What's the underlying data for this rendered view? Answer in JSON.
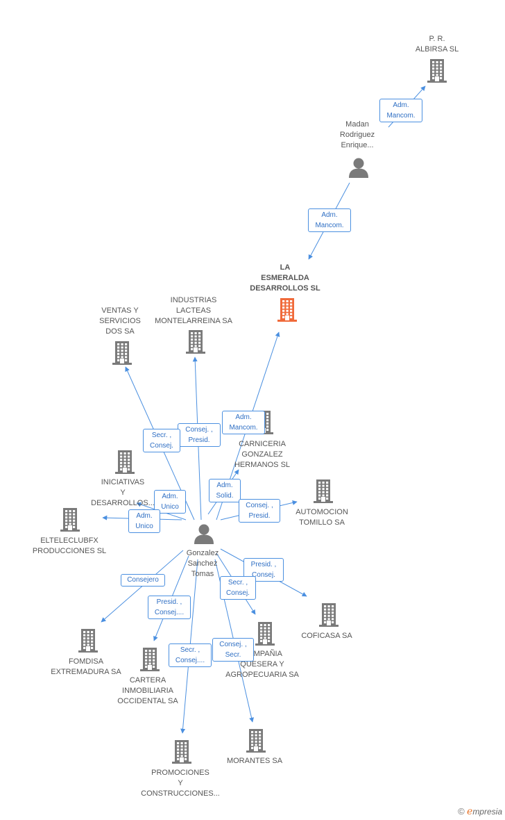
{
  "colors": {
    "accent": "#4a8fe0",
    "company": "#7a7a7a",
    "focus": "#f06a3a",
    "person": "#7a7a7a"
  },
  "nodes": {
    "albirsa": {
      "lines": [
        "P. R.",
        "ALBIRSA SL"
      ],
      "icon": "building-icon"
    },
    "madan": {
      "lines": [
        "Madan",
        "Rodriguez",
        "Enrique..."
      ],
      "icon": "person-icon"
    },
    "esmeralda": {
      "lines": [
        "LA",
        "ESMERALDA",
        "DESARROLLOS SL"
      ],
      "icon": "building-icon"
    },
    "industrias": {
      "lines": [
        "INDUSTRIAS",
        "LACTEAS",
        "MONTELARREINA SA"
      ],
      "icon": "building-icon"
    },
    "ventas": {
      "lines": [
        "VENTAS Y",
        "SERVICIOS",
        "DOS SA"
      ],
      "icon": "building-icon"
    },
    "carniceria": {
      "lines": [
        "CARNICERIA",
        "GONZALEZ",
        "HERMANOS SL"
      ],
      "icon": "building-icon"
    },
    "iniciativas": {
      "lines": [
        "INICIATIVAS",
        "Y",
        "DESARROLLOS..."
      ],
      "icon": "building-icon"
    },
    "automocion": {
      "lines": [
        "AUTOMOCION",
        "TOMILLO SA"
      ],
      "icon": "building-icon"
    },
    "elteleclub": {
      "lines": [
        "ELTELECLUBFX",
        "PRODUCCIONES SL"
      ],
      "icon": "building-icon"
    },
    "gonzalez": {
      "lines": [
        "Gonzalez",
        "Sanchez",
        "Tomas"
      ],
      "icon": "person-icon"
    },
    "coficasa": {
      "lines": [
        "COFICASA SA"
      ],
      "icon": "building-icon"
    },
    "fomdisa": {
      "lines": [
        "FOMDISA",
        "EXTREMADURA SA"
      ],
      "icon": "building-icon"
    },
    "quesera": {
      "lines": [
        "COMPAÑIA",
        "QUESERA Y",
        "AGROPECUARIA SA"
      ],
      "icon": "building-icon"
    },
    "cartera": {
      "lines": [
        "CARTERA",
        "INMOBILIARIA",
        "OCCIDENTAL SA"
      ],
      "icon": "building-icon"
    },
    "morantes": {
      "lines": [
        "MORANTES SA"
      ],
      "icon": "building-icon"
    },
    "promociones": {
      "lines": [
        "PROMOCIONES",
        "Y",
        "CONSTRUCCIONES..."
      ],
      "icon": "building-icon"
    }
  },
  "relations": [
    {
      "lines": [
        "Adm.",
        "Mancom."
      ]
    },
    {
      "lines": [
        "Adm.",
        "Mancom."
      ]
    },
    {
      "lines": [
        "Adm.",
        "Mancom."
      ]
    },
    {
      "lines": [
        "Consej. ,",
        "Presid."
      ]
    },
    {
      "lines": [
        "Secr. ,",
        "Consej."
      ]
    },
    {
      "lines": [
        "Adm.",
        "Solid."
      ]
    },
    {
      "lines": [
        "Adm.",
        "Unico"
      ]
    },
    {
      "lines": [
        "Adm.",
        "Unico"
      ]
    },
    {
      "lines": [
        "Consej. ,",
        "Presid."
      ]
    },
    {
      "lines": [
        "Presid. ,",
        "Consej."
      ]
    },
    {
      "lines": [
        "Secr. ,",
        "Consej."
      ]
    },
    {
      "lines": [
        "Consejero"
      ]
    },
    {
      "lines": [
        "Presid. ,",
        "Consej...."
      ]
    },
    {
      "lines": [
        "Secr. ,",
        "Consej...."
      ]
    },
    {
      "lines": [
        "Consej. ,",
        "Secr."
      ]
    }
  ],
  "footer": {
    "copyright": "©",
    "brand_e": "e",
    "brand_rest": "mpresia"
  }
}
